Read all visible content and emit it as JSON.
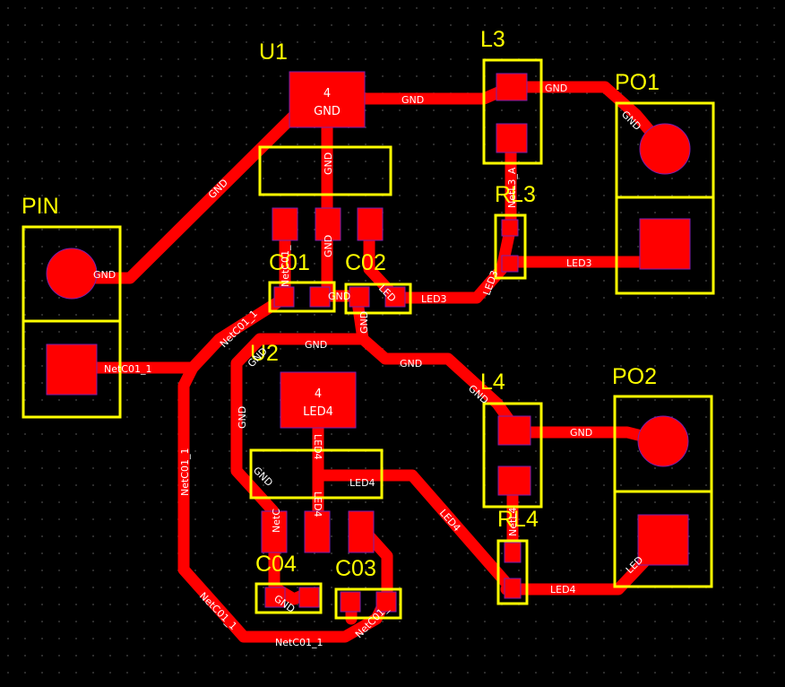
{
  "colors": {
    "background": "#000000",
    "grid_dots": "#3a3a3a",
    "copper": "#ff0000",
    "pad_outline": "#7a1fb0",
    "silkscreen": "#ffff00",
    "net_label": "#ffffff"
  },
  "designators": {
    "u1": "U1",
    "u2": "U2",
    "l3": "L3",
    "l4": "L4",
    "rl3": "RL3",
    "rl4": "RL4",
    "po1": "PO1",
    "po2": "PO2",
    "pin": "PIN",
    "c01": "C01",
    "c02": "C02",
    "c03": "C03",
    "c04": "C04"
  },
  "pad_labels": {
    "u1_pin_number": "4",
    "u1_pin_net": "GND",
    "u2_pin_number": "4",
    "u2_pin_net": "LED4"
  },
  "net_labels": {
    "gnd": "GND",
    "led3": "LED3",
    "led4": "LED4",
    "netc01": "NetC01_1",
    "netc01_short": "NetC01_",
    "led_short": "LED",
    "netc_stub": "NetC",
    "netl3": "NetL3_A",
    "netl4": "NetL4",
    "led3_short": "LED3"
  }
}
